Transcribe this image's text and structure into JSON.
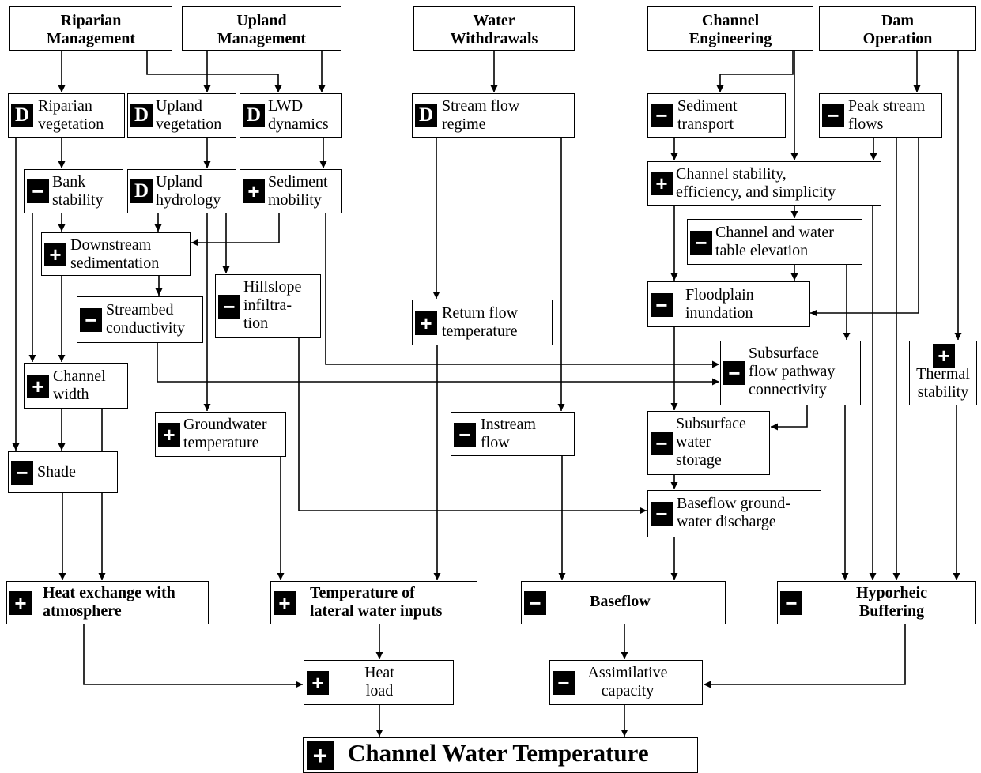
{
  "diagram": {
    "management": {
      "riparian": "Riparian\nManagement",
      "upland": "Upland\nManagement",
      "withdrawals": "Water\nWithdrawals",
      "channel_eng": "Channel\nEngineering",
      "dam": "Dam\nOperation"
    },
    "nodes": {
      "riparian_veg": {
        "badge": "D",
        "text": "Riparian\nvegetation"
      },
      "upland_veg": {
        "badge": "D",
        "text": "Upland\nvegetation"
      },
      "lwd": {
        "badge": "D",
        "text": "LWD\ndynamics"
      },
      "stream_flow": {
        "badge": "D",
        "text": "Stream flow\nregime"
      },
      "sediment_transport": {
        "badge": "−",
        "text": "Sediment\ntransport"
      },
      "peak_flows": {
        "badge": "−",
        "text": "Peak stream\nflows"
      },
      "bank_stability": {
        "badge": "−",
        "text": "Bank\nstability"
      },
      "upland_hydro": {
        "badge": "D",
        "text": "Upland\nhydrology"
      },
      "sediment_mobility": {
        "badge": "+",
        "text": "Sediment\nmobility"
      },
      "channel_stability": {
        "badge": "+",
        "text": "Channel stability,\nefficiency, and simplicity"
      },
      "downstream_sed": {
        "badge": "+",
        "text": "Downstream\nsedimentation"
      },
      "channel_water_table": {
        "badge": "−",
        "text": "Channel and water\ntable elevation"
      },
      "hillslope": {
        "badge": "−",
        "text": "Hillslope\ninfiltra-\ntion"
      },
      "streambed": {
        "badge": "−",
        "text": "Streambed\nconductivity"
      },
      "return_flow": {
        "badge": "+",
        "text": "Return flow\ntemperature"
      },
      "floodplain": {
        "badge": "−",
        "text": "Floodplain\ninundation"
      },
      "subsurface_conn": {
        "badge": "−",
        "text": "Subsurface\nflow pathway\nconnectivity"
      },
      "thermal": {
        "badge": "+",
        "text": "Thermal\nstability"
      },
      "channel_width": {
        "badge": "+",
        "text": "Channel\nwidth"
      },
      "groundwater_temp": {
        "badge": "+",
        "text": "Groundwater\ntemperature"
      },
      "instream": {
        "badge": "−",
        "text": "Instream\nflow"
      },
      "subsurface_storage": {
        "badge": "−",
        "text": "Subsurface\nwater\nstorage"
      },
      "shade": {
        "badge": "−",
        "text": "Shade"
      },
      "baseflow_gw": {
        "badge": "−",
        "text": "Baseflow ground-\nwater discharge"
      },
      "heat_exchange": {
        "badge": "+",
        "text": "Heat exchange with\natmosphere"
      },
      "lateral_temp": {
        "badge": "+",
        "text": "Temperature of\nlateral water inputs"
      },
      "baseflow": {
        "badge": "−",
        "text": "Baseflow"
      },
      "hyporheic": {
        "badge": "−",
        "text": "Hyporheic\nBuffering"
      },
      "heat_load": {
        "badge": "+",
        "text": "Heat\nload"
      },
      "assimilative": {
        "badge": "−",
        "text": "Assimilative\ncapacity"
      },
      "channel_water_temp": {
        "badge": "+",
        "text": "Channel Water Temperature"
      }
    }
  }
}
